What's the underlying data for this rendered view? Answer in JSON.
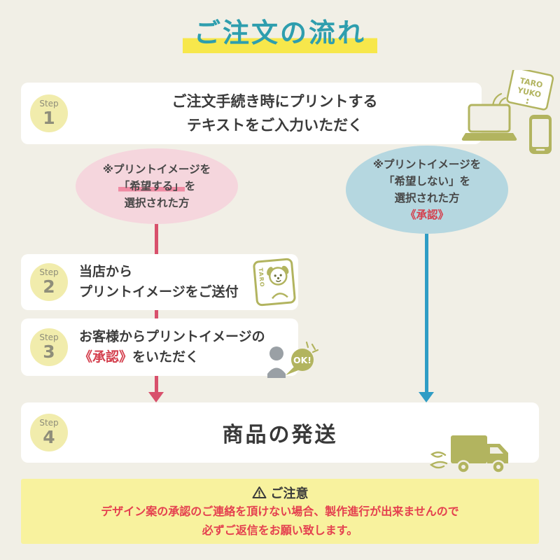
{
  "page": {
    "title": "ご注文の流れ"
  },
  "steps": {
    "s1": {
      "label": "Step",
      "number": "1",
      "line1": "ご注文手続き時にプリントする",
      "line2": "テキストをご入力いただく"
    },
    "s2": {
      "label": "Step",
      "number": "2",
      "line1": "当店から",
      "line2": "プリントイメージをご送付"
    },
    "s3": {
      "label": "Step",
      "number": "3",
      "line1": "お客様からプリントイメージの",
      "line2_red": "《承認》",
      "line2_rest": "をいただく"
    },
    "s4": {
      "label": "Step",
      "number": "4",
      "title": "商品の発送"
    }
  },
  "branches": {
    "left": {
      "line1": "※プリントイメージを",
      "line2_highlight": "「希望する」",
      "line2_rest": "を",
      "line3": "選択された方"
    },
    "right": {
      "line1": "※プリントイメージを",
      "line2": "「希望しない」を",
      "line3": "選択された方",
      "line4_red": "《承認》"
    }
  },
  "icons": {
    "device_card_line1": "TARO",
    "device_card_line2": "YUKO",
    "print_card_text": "TARO",
    "ok_bubble": "OK!"
  },
  "notice": {
    "title": "ご注意",
    "line1": "デザイン案の承認のご連絡を頂けない場合、製作進行が出来ませんので",
    "line2": "必ずご返信をお願い致します。"
  },
  "colors": {
    "background": "#f1efe6",
    "title_teal": "#2e9eae",
    "highlight_yellow": "#f7e74b",
    "step_circle_yellow": "#f1ecac",
    "branch_pink": "#f5d6dd",
    "branch_blue": "#b5d7e0",
    "arrow_red": "#d8506c",
    "arrow_blue": "#2f9dc5",
    "accent_red": "#d4404e",
    "icon_olive": "#b2b45f",
    "notice_bg": "#f8f29e",
    "notice_red": "#e4404f"
  }
}
